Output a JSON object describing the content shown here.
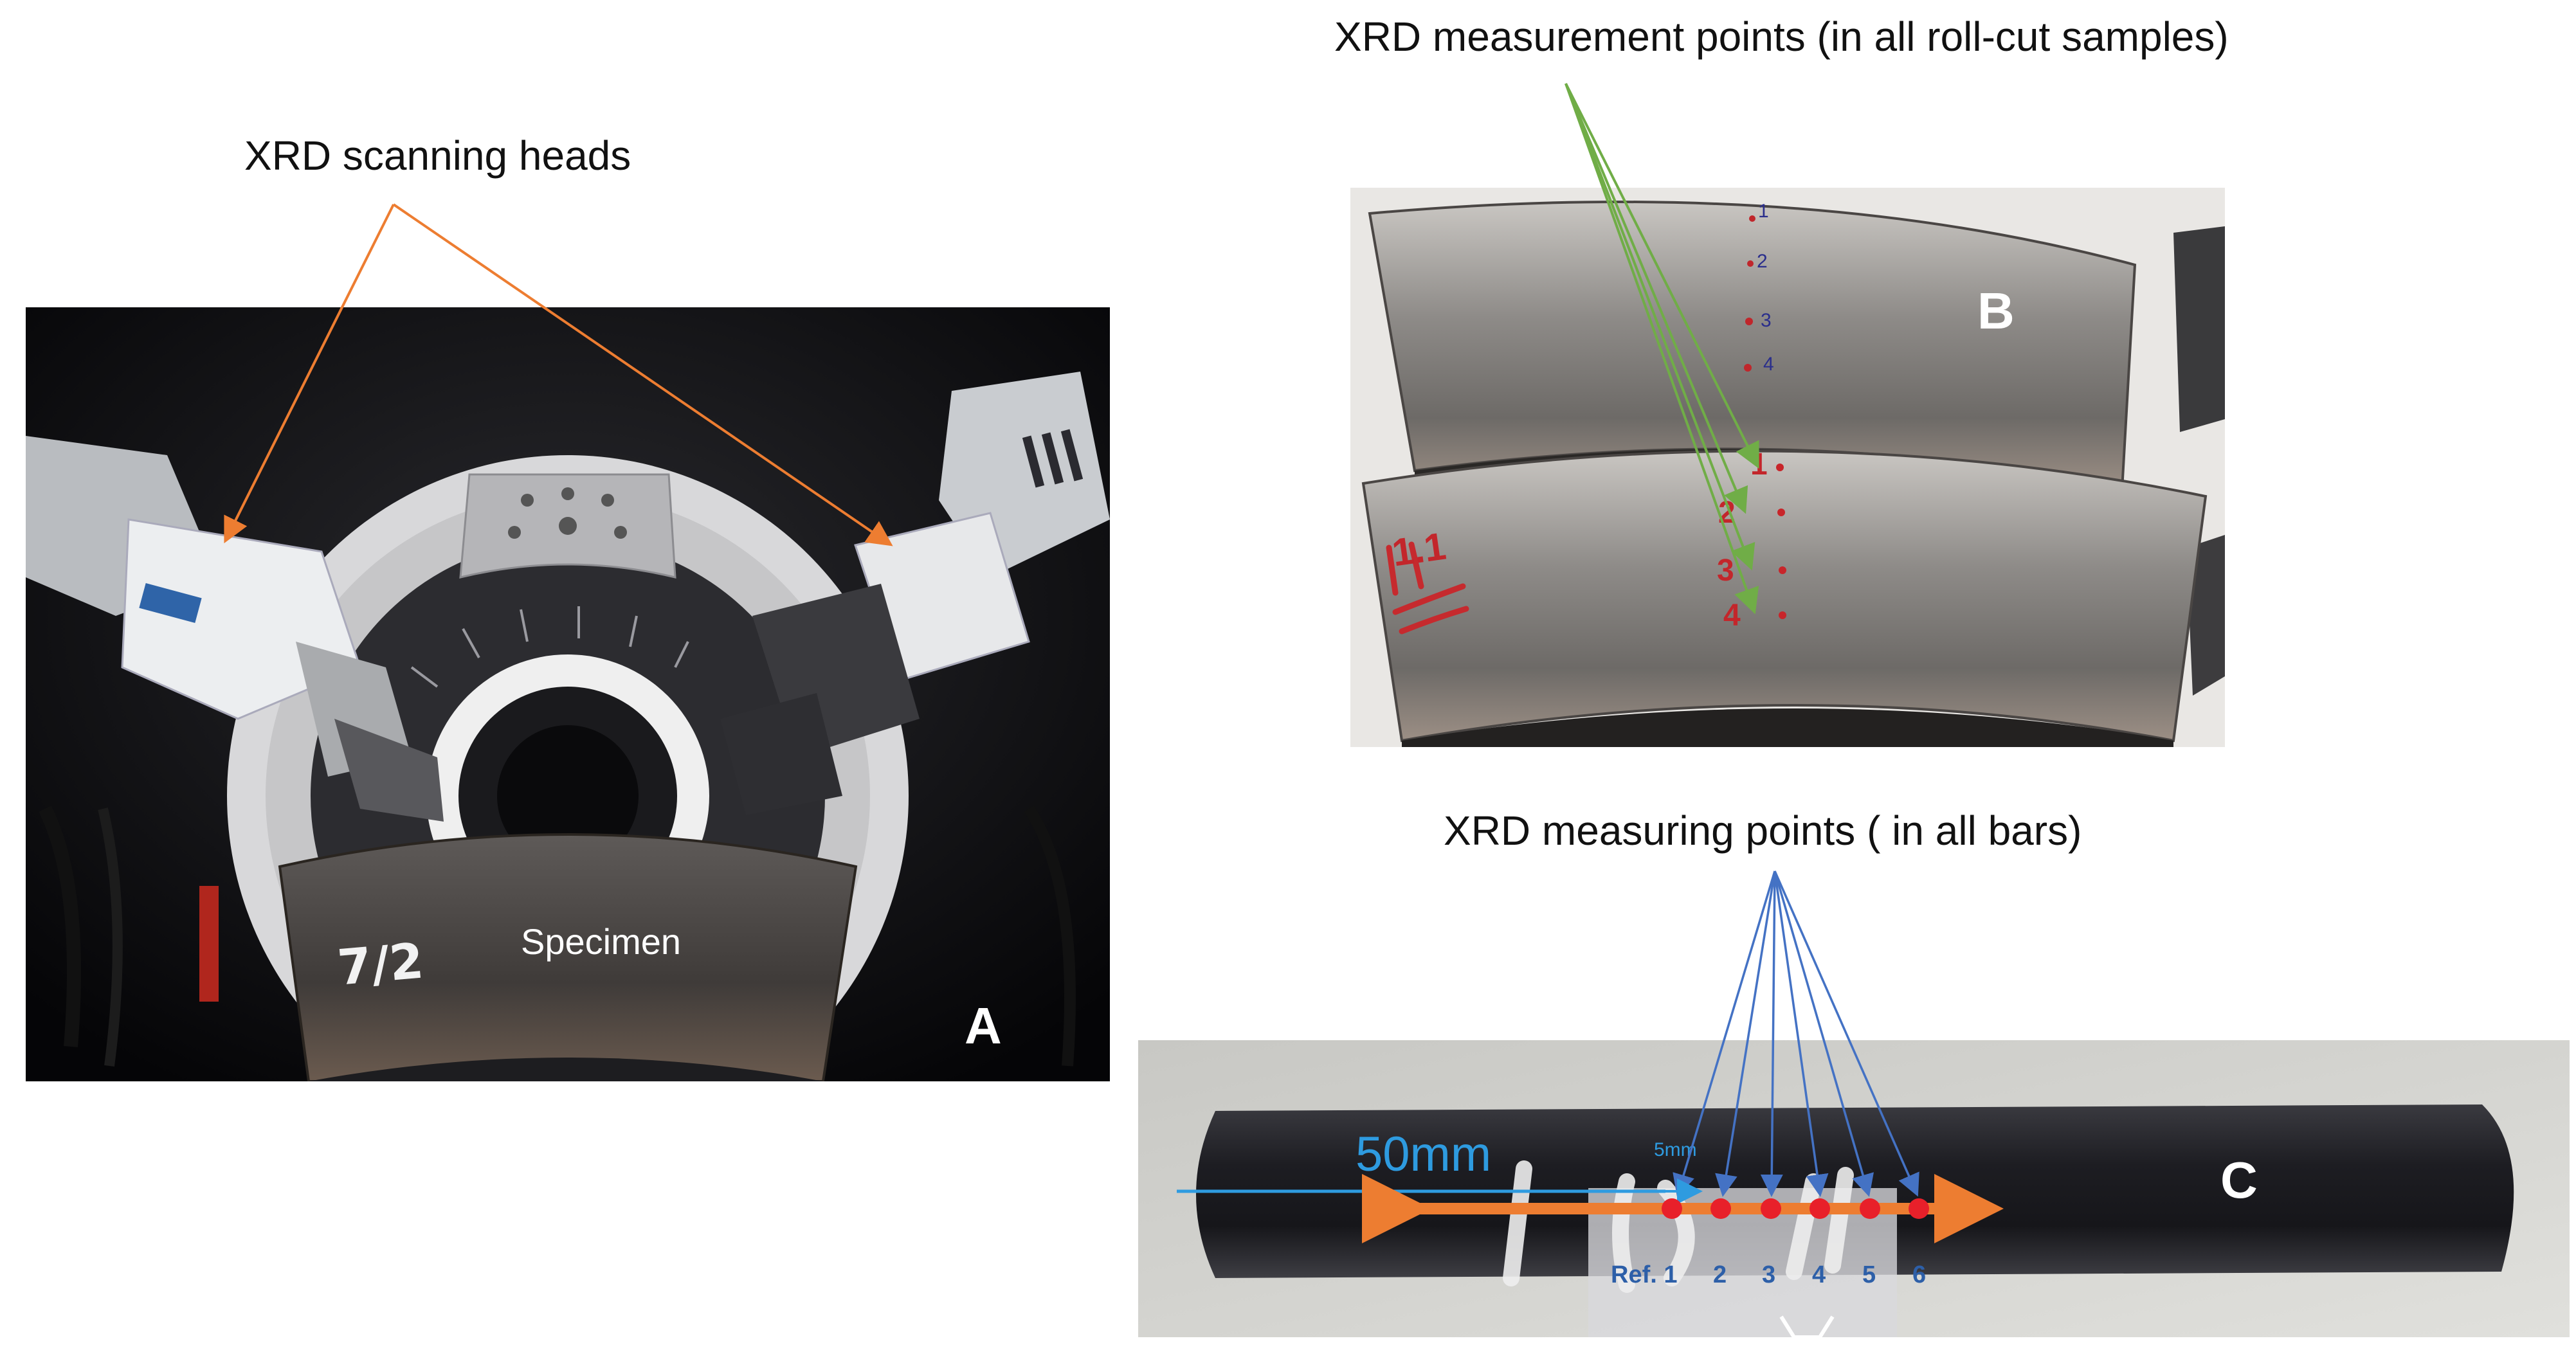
{
  "labels": {
    "xrd_heads": "XRD scanning heads",
    "xrd_roll_points": "XRD measurement points (in all roll-cut samples)",
    "xrd_bar_points": "XRD measuring points ( in all bars)"
  },
  "panel_a": {
    "letter": "A",
    "specimen_text": "Specimen",
    "specimen_mark": "7/2"
  },
  "panel_b": {
    "letter": "B",
    "upper_marks": [
      "1",
      "2",
      "3",
      "4"
    ],
    "lower_marks": [
      "1",
      "2",
      "3",
      "4"
    ],
    "sample_mark": "1.1"
  },
  "panel_c": {
    "letter": "C",
    "dimension_50": "50mm",
    "dimension_5": "5mm",
    "point_labels": [
      "Ref. 1",
      "2",
      "3",
      "4",
      "5",
      "6"
    ]
  },
  "colors": {
    "orange_arrow": "#ED7D31",
    "green_arrow": "#70AD47",
    "blue_arrow": "#4472C4",
    "red_point": "#E8202A",
    "cyan_dim": "#2E9BE0"
  }
}
